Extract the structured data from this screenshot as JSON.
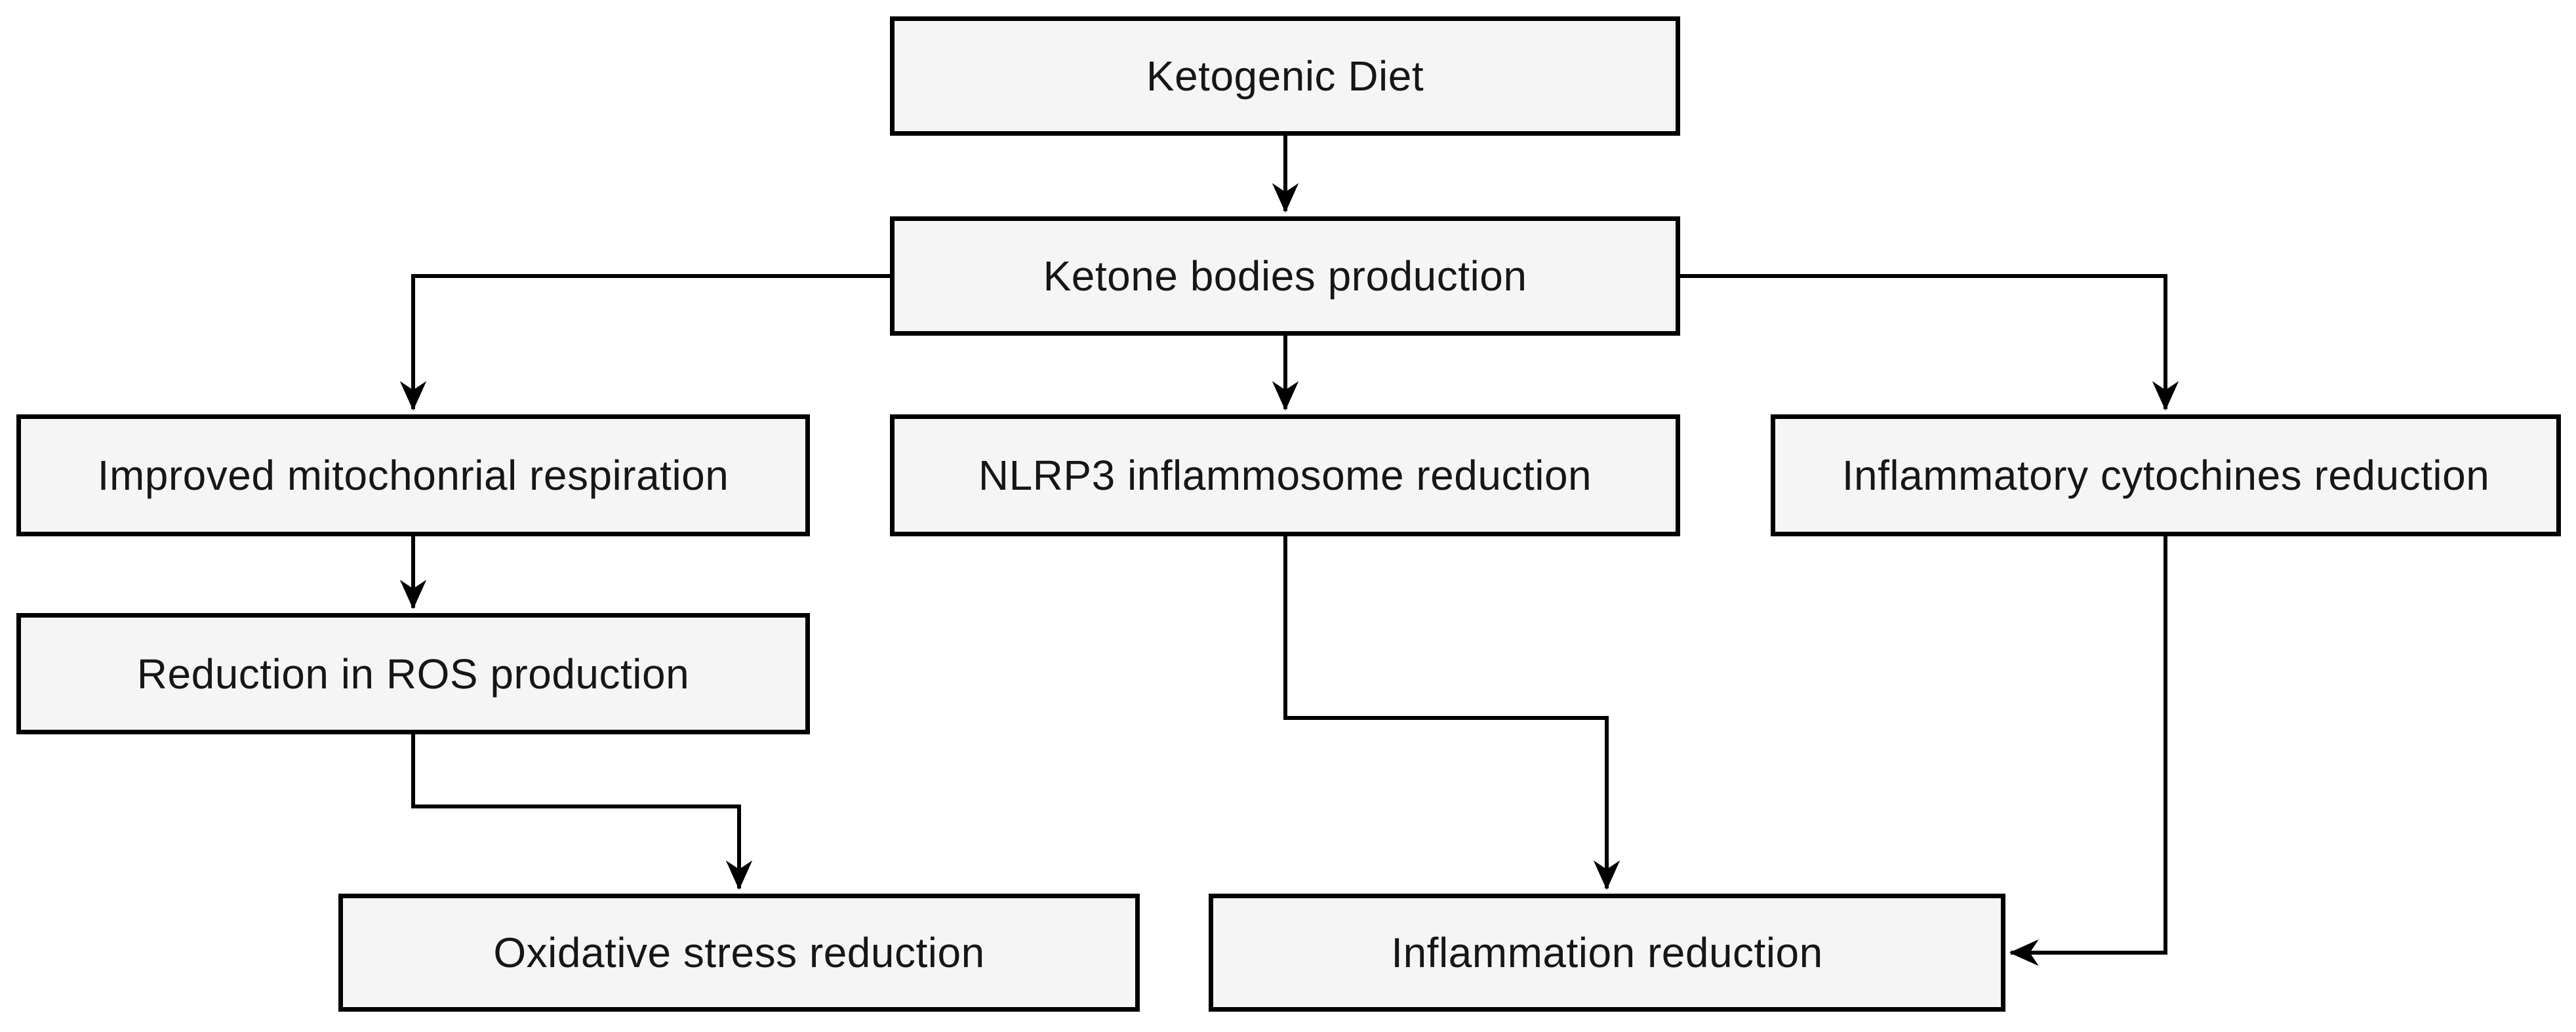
{
  "diagram": {
    "type": "flowchart",
    "colors": {
      "background": "#ffffff",
      "node_fill": "#f5f5f5",
      "node_border": "#000000",
      "arrow": "#000000",
      "text": "#161616"
    },
    "nodes": {
      "ketogenic_diet": {
        "label": "Ketogenic Diet"
      },
      "ketone_bodies": {
        "label": "Ketone bodies production"
      },
      "improved_mitochondrial": {
        "label": "Improved mitochonrial respiration"
      },
      "nlrp3": {
        "label": "NLRP3 inflammosome reduction"
      },
      "inflammatory_cytokines": {
        "label": "Inflammatory cytochines reduction"
      },
      "ros_reduction": {
        "label": "Reduction in ROS production"
      },
      "oxidative_stress": {
        "label": "Oxidative stress reduction"
      },
      "inflammation_reduction": {
        "label": "Inflammation reduction"
      }
    },
    "edges": [
      {
        "from": "ketogenic_diet",
        "to": "ketone_bodies"
      },
      {
        "from": "ketone_bodies",
        "to": "improved_mitochondrial"
      },
      {
        "from": "ketone_bodies",
        "to": "nlrp3"
      },
      {
        "from": "ketone_bodies",
        "to": "inflammatory_cytokines"
      },
      {
        "from": "improved_mitochondrial",
        "to": "ros_reduction"
      },
      {
        "from": "ros_reduction",
        "to": "oxidative_stress"
      },
      {
        "from": "nlrp3",
        "to": "inflammation_reduction"
      },
      {
        "from": "inflammatory_cytokines",
        "to": "inflammation_reduction"
      }
    ]
  }
}
